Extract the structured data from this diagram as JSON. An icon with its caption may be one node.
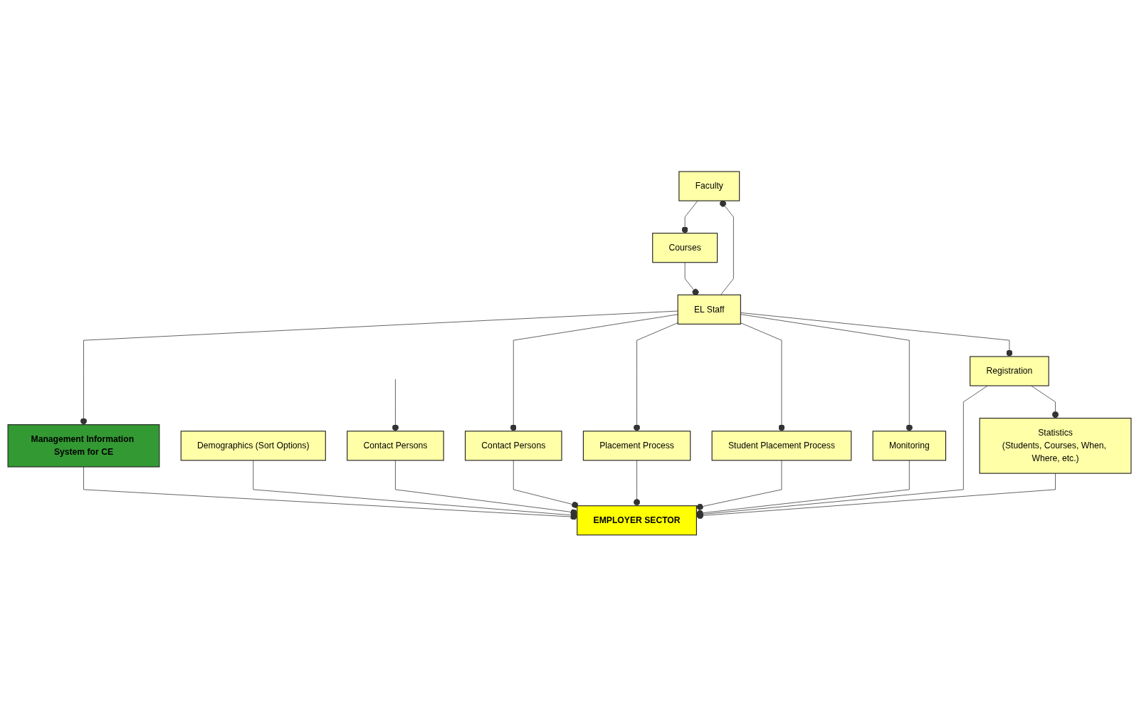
{
  "diagram": {
    "nodes": [
      {
        "text": [
          "Management Information System for CE"
        ]
      },
      {
        "text": [
          "Demographics (Sort Options)"
        ]
      },
      {
        "text": [
          "Faculty"
        ]
      },
      {
        "text": [
          "Courses"
        ]
      },
      {
        "text": [
          "EL Staff"
        ]
      },
      {
        "text": [
          "Contact Persons"
        ]
      },
      {
        "text": [
          "EMPLOYER SECTOR"
        ]
      },
      {
        "text": [
          "Statistics",
          "(Students, Courses, When, Where, etc.)"
        ]
      },
      {
        "text": [
          "Placement Process"
        ]
      },
      {
        "text": [
          "Student Placement Process"
        ]
      },
      {
        "text": [
          "Registration"
        ]
      },
      {
        "text": [
          "Monitoring"
        ]
      },
      {
        "text": [
          "Contact Persons"
        ]
      }
    ],
    "edges": [
      {
        "from": 4,
        "to": 0,
        "arrow": "other"
      },
      {
        "from": 4,
        "to": 2,
        "arrow": "other"
      },
      {
        "from": 2,
        "to": 3,
        "arrow": "other"
      },
      {
        "from": 3,
        "to": 4,
        "arrow": "other"
      },
      {
        "from": 4,
        "to": 5,
        "arrow": "other"
      },
      {
        "from": 0,
        "to": 6,
        "arrow": "other"
      },
      {
        "from": 1,
        "to": 6,
        "arrow": "other"
      },
      {
        "from": 5,
        "to": 6,
        "arrow": "other"
      },
      {
        "from": 7,
        "to": 6,
        "arrow": "other"
      },
      {
        "from": 8,
        "to": 6,
        "arrow": "other"
      },
      {
        "from": 9,
        "to": 6,
        "arrow": "other"
      },
      {
        "from": 11,
        "to": 6,
        "arrow": "other"
      },
      {
        "from": 10,
        "to": 6,
        "arrow": "other"
      },
      {
        "from": 12,
        "to": 6,
        "arrow": "other"
      },
      {
        "from": 10,
        "to": 7,
        "arrow": "other"
      },
      {
        "from": 4,
        "to": 8,
        "arrow": "other"
      },
      {
        "from": 4,
        "to": 9,
        "arrow": "other"
      },
      {
        "from": 4,
        "to": 11,
        "arrow": "other"
      },
      {
        "from": 4,
        "to": 10,
        "arrow": "other"
      },
      {
        "from": null,
        "to": 12,
        "arrow": "other"
      }
    ]
  }
}
